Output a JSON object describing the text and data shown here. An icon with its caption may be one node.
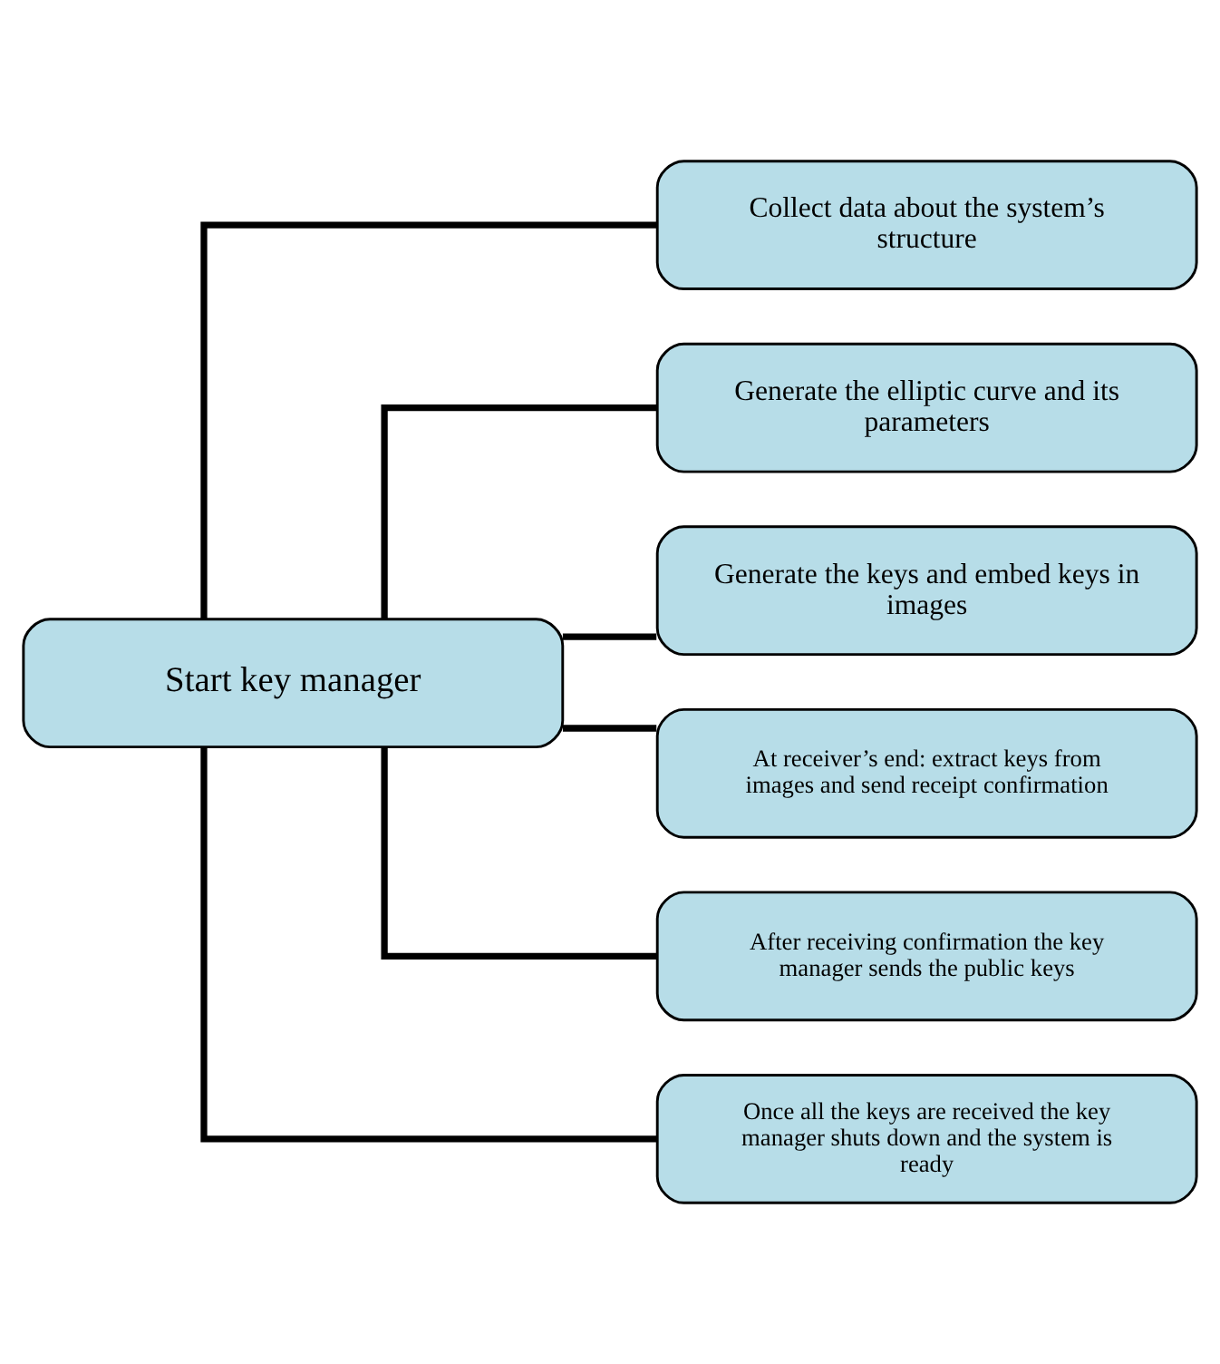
{
  "diagram": {
    "nodes": [
      {
        "text": [
          "Start key manager"
        ]
      },
      {
        "text": [
          "Collect data about the system’s structure"
        ]
      },
      {
        "text": [
          "Generate the elliptic curve and its parameters"
        ]
      },
      {
        "text": [
          "Generate the keys and embed keys in images"
        ]
      },
      {
        "text": [
          "At receiver’s end: extract keys from images and send receipt confirmation"
        ]
      },
      {
        "text": [
          "After receiving confirmation the key manager sends the public keys"
        ]
      },
      {
        "text": [
          "Once all the keys are received the key manager shuts down and the system is ready"
        ]
      }
    ],
    "edges": [
      {
        "from": 0,
        "to": 1,
        "arrow": "none"
      },
      {
        "from": 0,
        "to": 2,
        "arrow": "none"
      },
      {
        "from": 0,
        "to": 3,
        "arrow": "none"
      },
      {
        "from": 0,
        "to": 4,
        "arrow": "none"
      },
      {
        "from": 0,
        "to": 5,
        "arrow": "none"
      },
      {
        "from": 0,
        "to": 6,
        "arrow": "none"
      }
    ]
  }
}
